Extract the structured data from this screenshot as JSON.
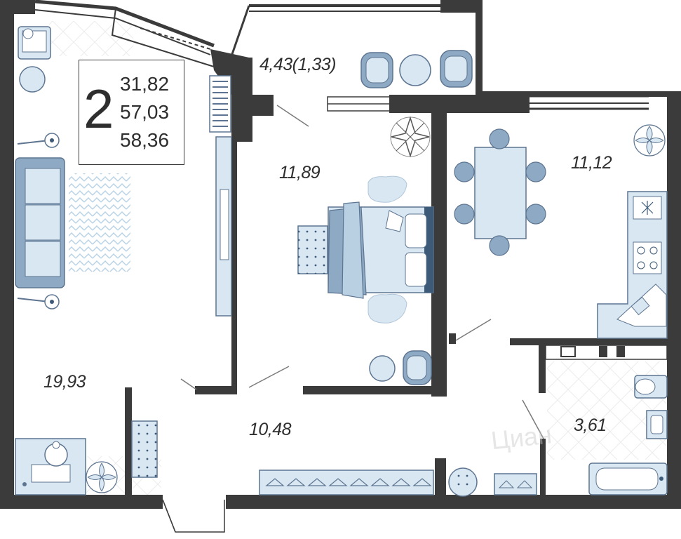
{
  "plan": {
    "rooms_count": "2",
    "areas": {
      "living": "31,82",
      "total": "57,03",
      "total_with_balcony": "58,36"
    },
    "rooms": {
      "living_room": "19,93",
      "balcony": "4,43(1,33)",
      "bedroom": "11,89",
      "kitchen": "11,12",
      "hallway": "10,48",
      "bathroom": "3,61"
    },
    "watermark": "Циан"
  },
  "colors": {
    "wall": "#3b3b3b",
    "furniture_fill": "#d9e7f2",
    "furniture_dark": "#8ea9c4",
    "furniture_stroke": "#5d7590",
    "text": "#2e2e2e"
  }
}
